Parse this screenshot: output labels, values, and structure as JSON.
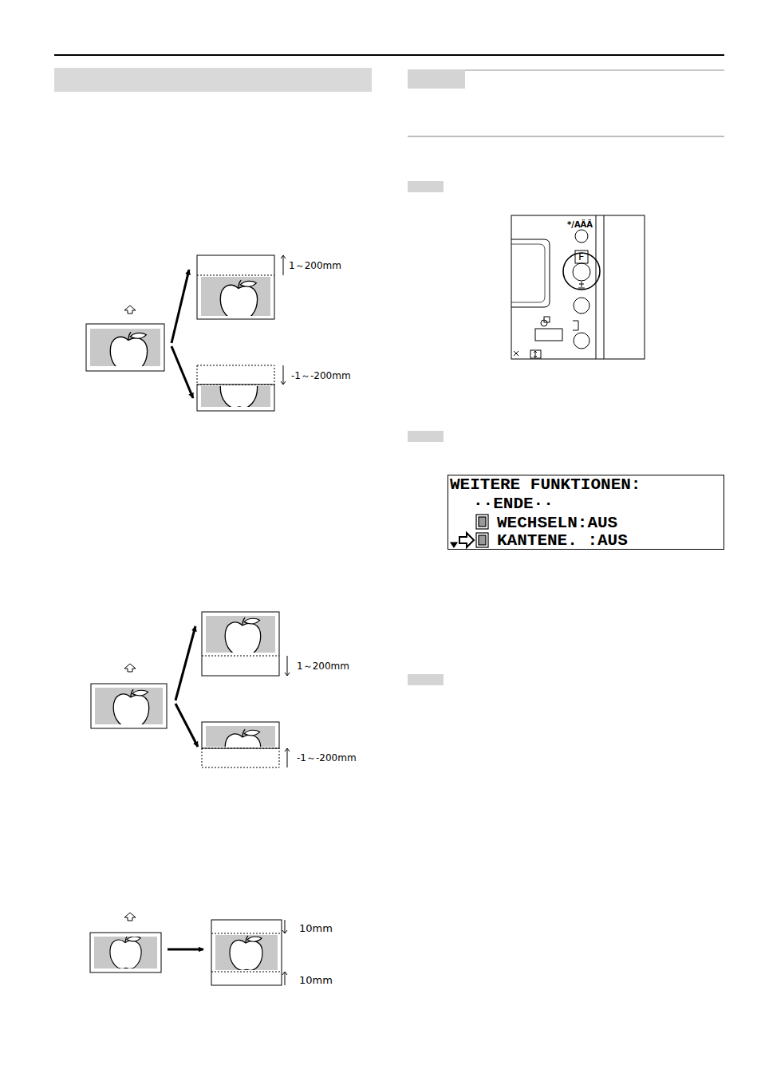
{
  "diagram": {
    "nodes": [
      {
        "text": [
          "WEITERE FUNKTIONEN:",
          "··ENDE··",
          "WECHSELN:AUS",
          "KANTENE. :AUS"
        ]
      }
    ],
    "labels": [
      "1～200mm",
      "-1～-200mm",
      "1～200mm",
      "-1～-200mm",
      "10mm",
      "10mm",
      "*/AÄÄ",
      "F"
    ]
  }
}
